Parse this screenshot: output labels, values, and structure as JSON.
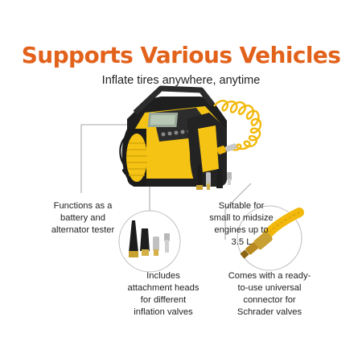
{
  "header": {
    "title": "Supports Various Vehicles",
    "subtitle": "Inflate tires anywhere, anytime"
  },
  "features": [
    {
      "text": "Functions as a battery and alternator tester",
      "lines": [
        "Functions as a",
        "battery and",
        "alternator tester"
      ]
    },
    {
      "text": "Suitable for small to midsize engines up to 3.5 L",
      "lines": [
        "Suitable for",
        "small to midsize",
        "engines up to",
        "3.5 L"
      ]
    },
    {
      "text": "Includes attachment heads for different inflation valves",
      "lines": [
        "Includes",
        "attachment heads",
        "for different",
        "inflation valves"
      ]
    },
    {
      "text": "Comes with a ready-to-use universal connector for Schrader valves",
      "lines": [
        "Comes with a ready-",
        "to-use universal",
        "connector for",
        "Schrader valves"
      ]
    }
  ],
  "colors": {
    "accent": "#e2621b",
    "product_yellow": "#f4c314",
    "product_black": "#1f1f1f",
    "leader_line": "#8a8a8a"
  },
  "icons": [
    "air-compressor-icon",
    "coiled-hose-icon",
    "power-plug-icon",
    "nozzle-adapters-icon",
    "schrader-connector-icon"
  ]
}
